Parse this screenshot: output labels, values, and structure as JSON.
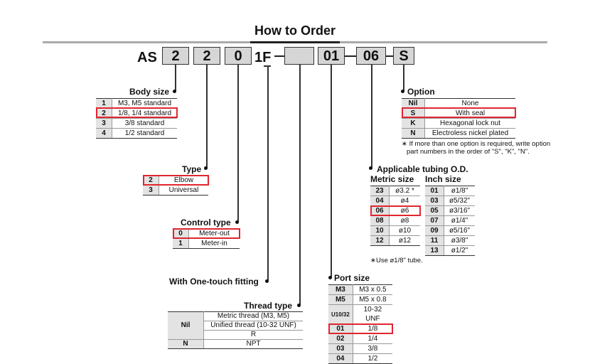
{
  "title": "How to Order",
  "code": {
    "prefix": "AS",
    "box1": "2",
    "box2": "2",
    "box3": "0",
    "middle": "1F",
    "box4": "",
    "box5": "01",
    "box6": "06",
    "box7": "S"
  },
  "body_size": {
    "label": "Body size",
    "rows": [
      {
        "k": "1",
        "v": "M3, M5 standard"
      },
      {
        "k": "2",
        "v": "1/8, 1/4 standard"
      },
      {
        "k": "3",
        "v": "3/8 standard"
      },
      {
        "k": "4",
        "v": "1/2 standard"
      }
    ]
  },
  "type": {
    "label": "Type",
    "rows": [
      {
        "k": "2",
        "v": "Elbow"
      },
      {
        "k": "3",
        "v": "Universal"
      }
    ]
  },
  "control_type": {
    "label": "Control type",
    "rows": [
      {
        "k": "0",
        "v": "Meter-out"
      },
      {
        "k": "1",
        "v": "Meter-in"
      }
    ]
  },
  "one_touch": {
    "label": "With One-touch fitting"
  },
  "thread_type": {
    "label": "Thread type",
    "nil_key": "Nil",
    "nil_rows": [
      "Metric thread (M3, M5)",
      "Unified thread (10-32 UNF)",
      "R"
    ],
    "n_key": "N",
    "n_value": "NPT"
  },
  "port_size": {
    "label": "Port size",
    "rows": [
      {
        "k": "M3",
        "v": "M3 x 0.5"
      },
      {
        "k": "M5",
        "v": "M5 x 0.8"
      },
      {
        "k": "U10/32",
        "v": "10-32 UNF"
      },
      {
        "k": "01",
        "v": "1/8"
      },
      {
        "k": "02",
        "v": "1/4"
      },
      {
        "k": "03",
        "v": "3/8"
      },
      {
        "k": "04",
        "v": "1/2"
      }
    ]
  },
  "tubing": {
    "label": "Applicable tubing O.D.",
    "metric_label": "Metric size",
    "inch_label": "Inch size",
    "metric_rows": [
      {
        "k": "23",
        "v": "ø3.2 *"
      },
      {
        "k": "04",
        "v": "ø4"
      },
      {
        "k": "06",
        "v": "ø6"
      },
      {
        "k": "08",
        "v": "ø8"
      },
      {
        "k": "10",
        "v": "ø10"
      },
      {
        "k": "12",
        "v": "ø12"
      }
    ],
    "inch_rows": [
      {
        "k": "01",
        "v": "ø1/8\""
      },
      {
        "k": "03",
        "v": "ø5/32\""
      },
      {
        "k": "05",
        "v": "ø3/16\""
      },
      {
        "k": "07",
        "v": "ø1/4\""
      },
      {
        "k": "09",
        "v": "ø5/16\""
      },
      {
        "k": "11",
        "v": "ø3/8\""
      },
      {
        "k": "13",
        "v": "ø1/2\""
      }
    ],
    "note": "∗Use ø1/8\" tube."
  },
  "option": {
    "label": "Option",
    "rows": [
      {
        "k": "Nil",
        "v": "None"
      },
      {
        "k": "S",
        "v": "With seal"
      },
      {
        "k": "K",
        "v": "Hexagonal lock nut"
      },
      {
        "k": "N",
        "v": "Electroless nickel plated"
      }
    ],
    "note1": "∗ If more than one option is required, write option",
    "note2": "part numbers in the order of \"S\", \"K\", \"N\"."
  },
  "colors": {
    "highlight": "#e0262f",
    "key_bg": "#e3e3e3",
    "box_bg": "#d6d6d6"
  }
}
